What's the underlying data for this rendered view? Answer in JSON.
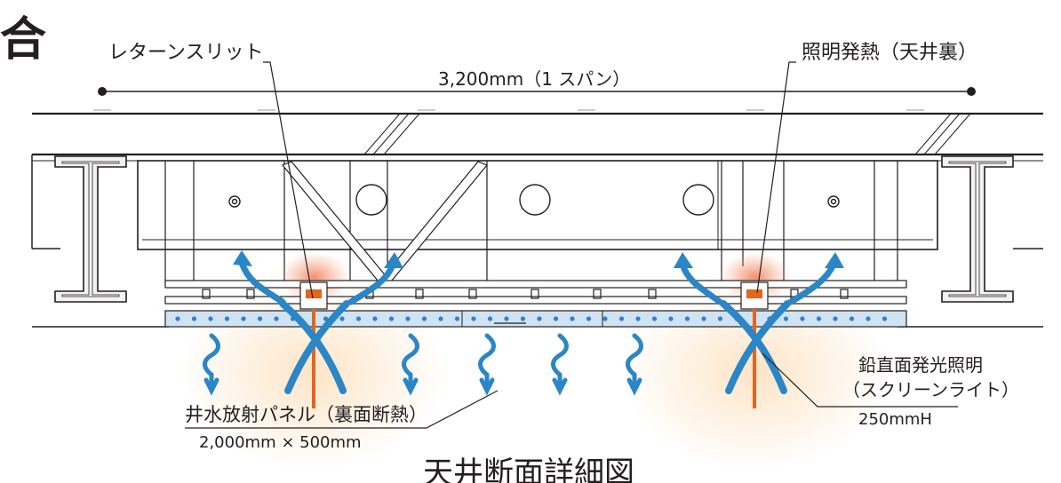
{
  "heading_fragment": "合",
  "title": "天井断面詳細図",
  "span": {
    "label": "3,200mm（1 スパン）"
  },
  "labels": {
    "return_slit": "レターンスリット",
    "lighting_heat": "照明発熱（天井裏）",
    "panel_name": "井水放射パネル（裏面断熱）",
    "panel_size": "2,000mm × 500mm",
    "light_name_1": "鉛直面発光照明",
    "light_name_2": "（スクリーンライト）",
    "light_height": "250mmH"
  },
  "colors": {
    "line": "#231f20",
    "airflow": "#2a86c6",
    "panel": "#cfe3f2",
    "panel_dot": "#3b7fc4",
    "light": "#e2661e",
    "heat_glow": "#f6a07a",
    "warm_glow": "#fde3c4"
  },
  "icons": [
    "airflow-arrow-icon",
    "radiant-cool-air-icon",
    "i-beam-icon",
    "pipe-hole-icon",
    "light-fixture-icon"
  ]
}
